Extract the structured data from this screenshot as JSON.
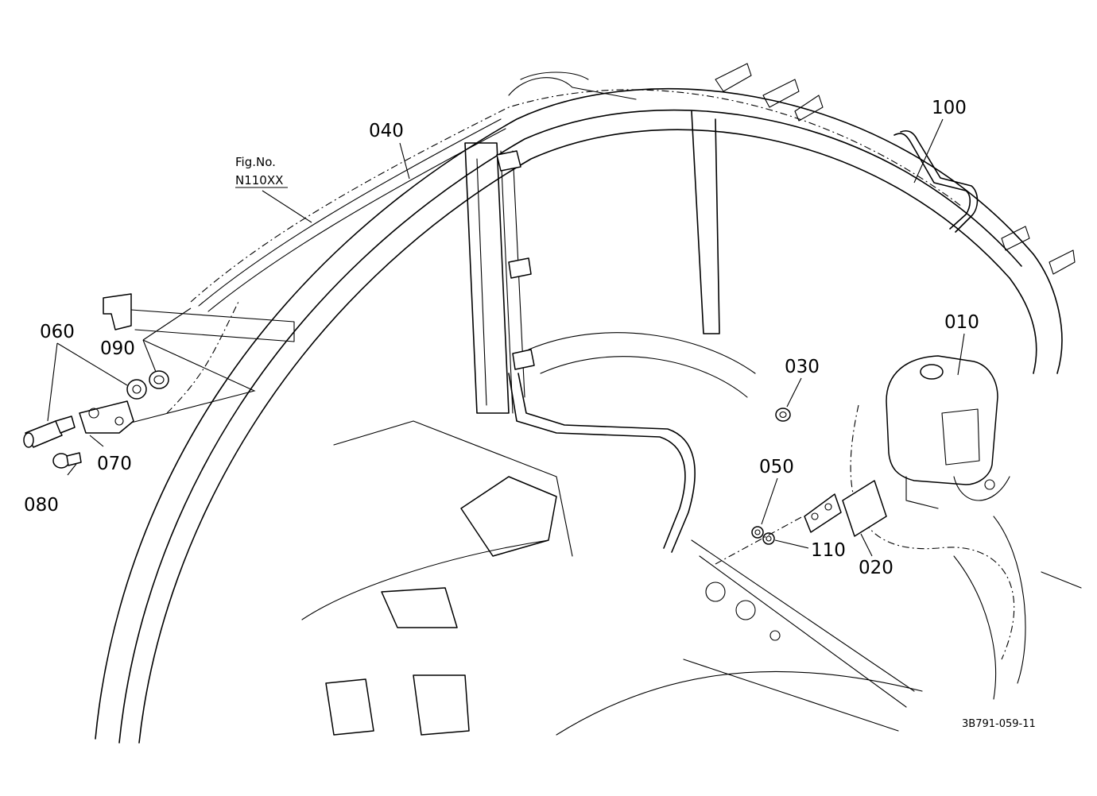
{
  "fig_ref": {
    "label": "Fig.No.",
    "number": "N110XX"
  },
  "callouts": {
    "p010": "010",
    "p020": "020",
    "p030": "030",
    "p040": "040",
    "p050": "050",
    "p060": "060",
    "p070": "070",
    "p080": "080",
    "p090": "090",
    "p100": "100",
    "p110": "110"
  },
  "drawing_code": "3B791-059-11"
}
